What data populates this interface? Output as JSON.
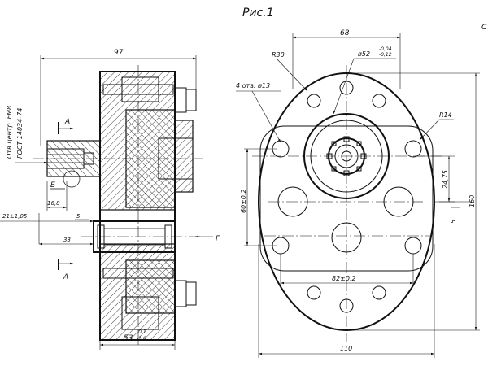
{
  "figure": {
    "title": "Рис.1",
    "corner_mark": "C"
  },
  "section_view": {
    "dim_width": "97",
    "dim_shaft_len": "16,8",
    "dim_small": "5",
    "dim_offset": "21±1,05",
    "dim_33": "33",
    "dim_53": "53",
    "dim_53_tol_up": "-0,1",
    "dim_53_tol_dn": "-1,0",
    "note_line1": "Отв центр. FМ8",
    "note_line2": "ГОСТ 14034-74",
    "label_a_top": "А",
    "label_a_bottom": "А",
    "label_b": "Б",
    "label_g": "Г"
  },
  "front_view": {
    "dim_68": "68",
    "dim_r30": "R30",
    "dim_dia52": "ø52",
    "dim_dia52_tol_up": "-0,04",
    "dim_dia52_tol_dn": "-0,12",
    "dim_holes": "4 отв. ø13",
    "dim_r14": "R14",
    "dim_24_75": "24,75",
    "dim_160": "160",
    "dim_5": "5",
    "dim_60": "60±0,2",
    "dim_82": "82±0,2",
    "dim_110": "110"
  }
}
